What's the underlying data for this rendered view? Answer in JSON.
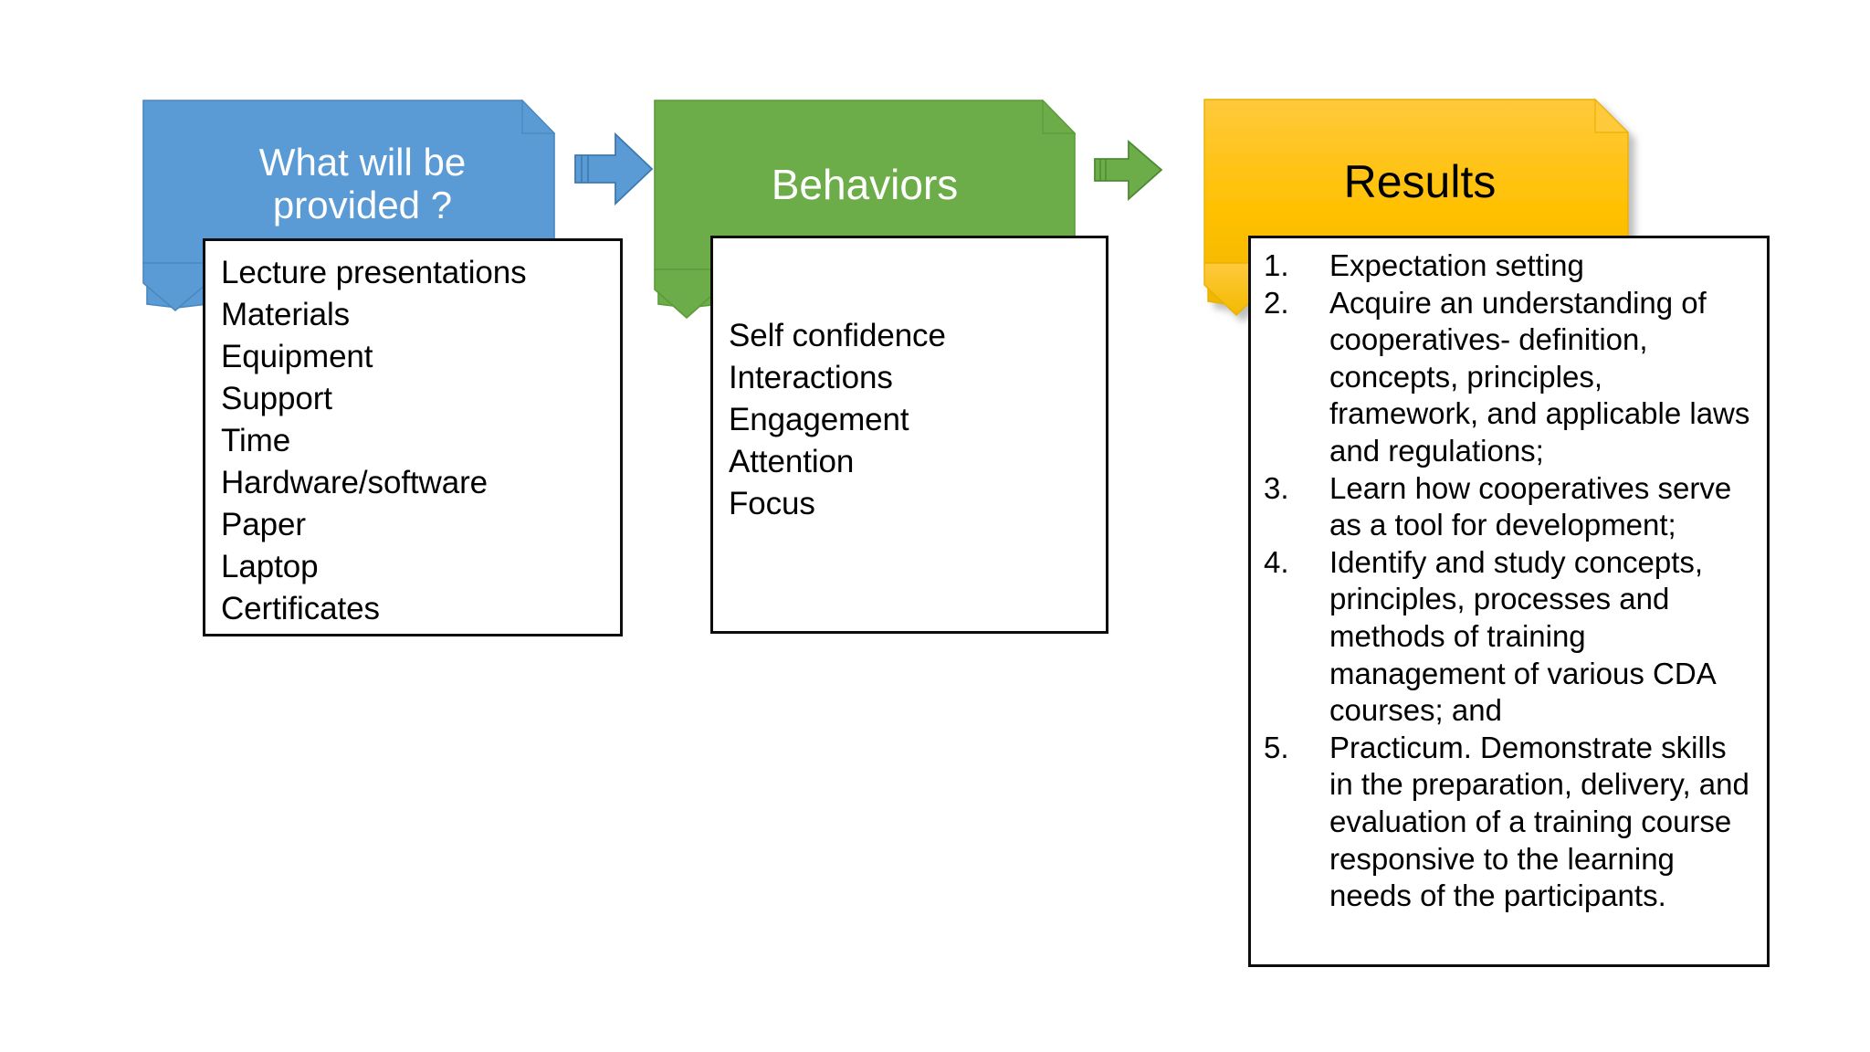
{
  "slide": {
    "background_color": "#FFFFFF",
    "title": "",
    "stages": [
      {
        "id": "provided",
        "banner_label": "What will be\nprovided ?",
        "banner_color": "#5B9BD5",
        "banner_border_color": "#4A87BE",
        "banner_text_color": "#FFFFFF",
        "list_type": "plain",
        "items": [
          "Lecture presentations",
          "Materials",
          "Equipment",
          "Support",
          "Time",
          "Hardware/software",
          "Paper",
          "Laptop",
          "Certificates"
        ]
      },
      {
        "id": "behaviors",
        "banner_label": "Behaviors",
        "banner_color": "#6DAD49",
        "banner_border_color": "#5C9A3B",
        "banner_text_color": "#FFFFFF",
        "list_type": "plain",
        "items": [
          "Self confidence",
          "Interactions",
          "Engagement",
          "Attention",
          "Focus"
        ]
      },
      {
        "id": "results",
        "banner_label": "Results",
        "banner_color": "#FFC000",
        "banner_gradient_top": "#FFC93C",
        "banner_gradient_bottom": "#EFB600",
        "banner_border_color": "#E0A800",
        "banner_text_color": "#000000",
        "list_type": "numbered",
        "items": [
          {
            "number": "1.",
            "text": "Expectation setting"
          },
          {
            "number": "2.",
            "text": "Acquire an understanding of cooperatives- definition, concepts, principles, framework, and applicable laws and regulations;"
          },
          {
            "number": "3.",
            "text": "Learn how cooperatives serve as a tool for development;"
          },
          {
            "number": "4.",
            "text": "Identify and study concepts, principles, processes and methods of training management of various CDA courses; and"
          },
          {
            "number": "5.",
            "text": "Practicum. Demonstrate skills in the preparation, delivery, and evaluation of a training course responsive to the learning needs of the participants."
          }
        ]
      }
    ],
    "connectors": [
      {
        "id": "arrow-1",
        "from": "provided",
        "to": "behaviors",
        "color": "#5B9BD5",
        "border_color": "#3D7AB0",
        "direction": "right"
      },
      {
        "id": "arrow-2",
        "from": "behaviors",
        "to": "results",
        "color": "#6DAD49",
        "border_color": "#4E8A32",
        "direction": "right"
      }
    ]
  }
}
